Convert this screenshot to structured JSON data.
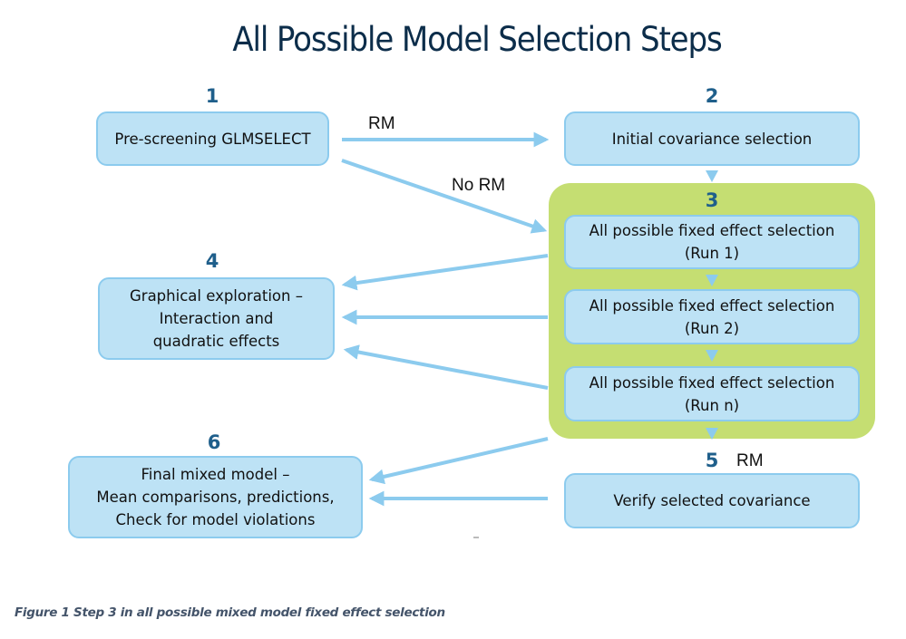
{
  "title": "All Possible Model Selection Steps",
  "colors": {
    "box_fill": "#bde2f5",
    "box_border": "#8ccbee",
    "group_fill": "#c5de72",
    "arrow": "#8ccbee",
    "step_number": "#1f5f8b",
    "title": "#0c2d4a",
    "caption": "#44546a"
  },
  "steps": {
    "s1": {
      "number": "1",
      "lines": [
        "Pre-screening GLMSELECT"
      ]
    },
    "s2": {
      "number": "2",
      "lines": [
        "Initial covariance selection"
      ]
    },
    "s3": {
      "number": "3",
      "runs": [
        {
          "lines": [
            "All possible fixed effect selection",
            "(Run 1)"
          ]
        },
        {
          "lines": [
            "All possible fixed effect selection",
            "(Run 2)"
          ]
        },
        {
          "lines": [
            "All possible fixed effect selection",
            "(Run n)"
          ]
        }
      ]
    },
    "s4": {
      "number": "4",
      "lines": [
        "Graphical exploration –",
        "Interaction and",
        "quadratic effects"
      ]
    },
    "s5": {
      "number": "5",
      "lines": [
        "Verify selected covariance"
      ]
    },
    "s6": {
      "number": "6",
      "lines": [
        "Final mixed model –",
        "Mean comparisons, predictions,",
        "Check for model violations"
      ]
    }
  },
  "edge_labels": {
    "rm_top": "RM",
    "no_rm": "No RM",
    "rm_step5": "RM"
  },
  "caption": "Figure 1 Step 3 in all possible mixed model fixed effect selection"
}
